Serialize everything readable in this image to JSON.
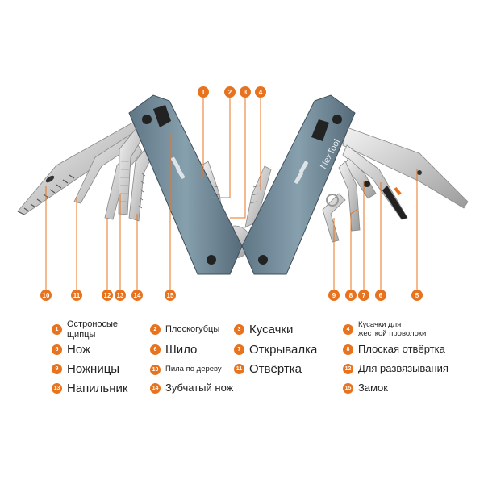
{
  "brand_text": "NexTool",
  "accent_color": "#e8731e",
  "callouts_top": [
    "1",
    "2",
    "3",
    "4"
  ],
  "callouts_bottom": [
    "10",
    "11",
    "12",
    "13",
    "14",
    "15",
    "9",
    "8",
    "7",
    "6",
    "5"
  ],
  "legend": [
    {
      "num": "1",
      "text": "Остроносые\nщипцы"
    },
    {
      "num": "2",
      "text": "Плоскогубцы"
    },
    {
      "num": "3",
      "text": "Кусачки"
    },
    {
      "num": "4",
      "text": "Кусачки для\nжесткой проволоки"
    },
    {
      "num": "5",
      "text": "Нож"
    },
    {
      "num": "6",
      "text": "Шило"
    },
    {
      "num": "7",
      "text": "Открывалка"
    },
    {
      "num": "8",
      "text": "Плоская отвёртка"
    },
    {
      "num": "9",
      "text": "Ножницы"
    },
    {
      "num": "10",
      "text": "Пила по дереву"
    },
    {
      "num": "11",
      "text": "Отвёртка"
    },
    {
      "num": "12",
      "text": "Для развязывания"
    },
    {
      "num": "13",
      "text": "Напильник"
    },
    {
      "num": "14",
      "text": "Зубчатый нож"
    },
    {
      "num": "15",
      "text": "Замок"
    }
  ]
}
